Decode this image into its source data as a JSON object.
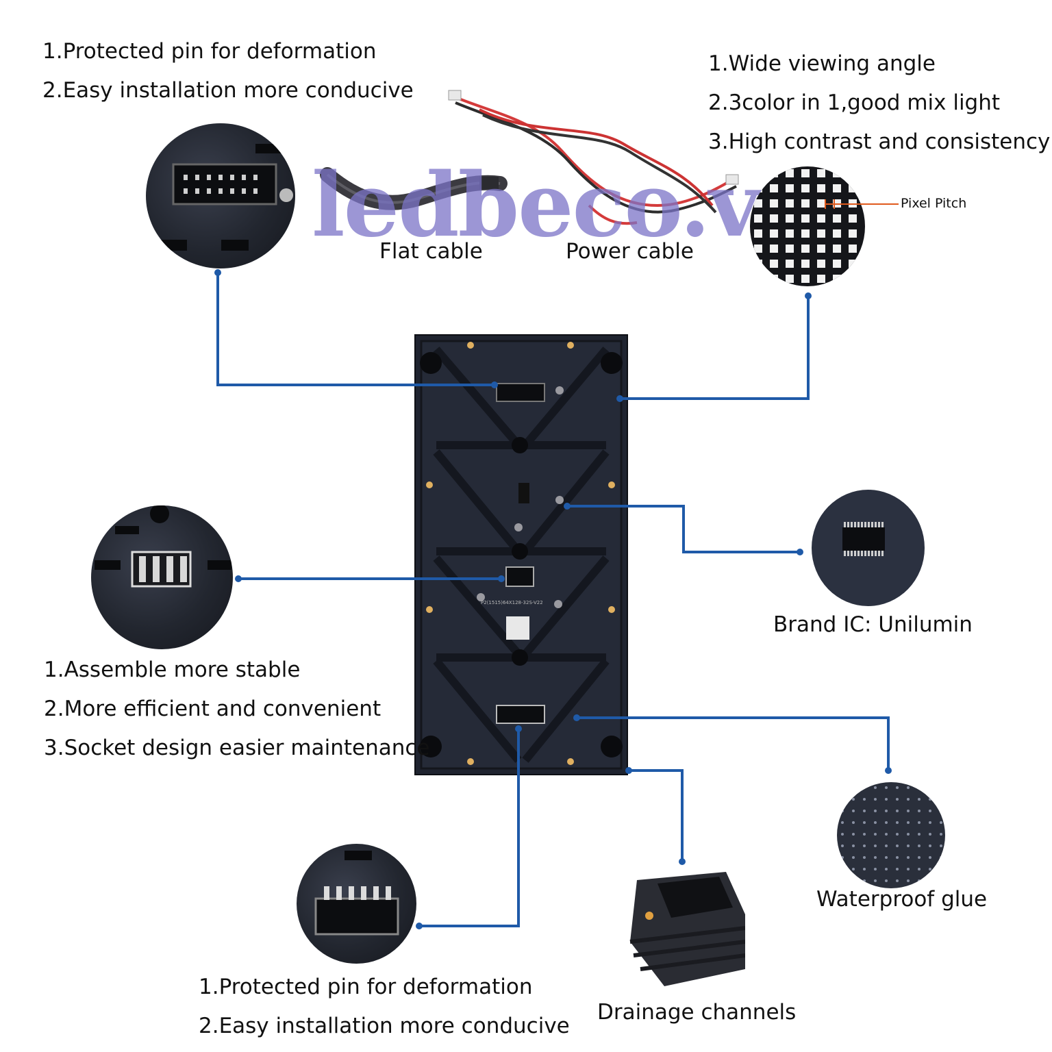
{
  "top_left_features": [
    "1.Protected pin for deformation",
    "2.Easy installation more conducive"
  ],
  "top_right_features": [
    "1.Wide viewing angle",
    "2.3color in 1,good mix light",
    "3.High contrast and consistency"
  ],
  "pixel_pitch_label": "Pixel Pitch",
  "flat_cable_label": "Flat cable",
  "power_cable_label": "Power cable",
  "watermark": "ledbeco.vn",
  "brand_ic_label": "Brand IC: Unilumin",
  "mid_left_features": [
    "1.Assemble more stable",
    "2.More efficient and convenient",
    "3.Socket design easier maintenance"
  ],
  "bottom_features": [
    "1.Protected pin for deformation",
    "2.Easy installation more conducive"
  ],
  "drainage_label": "Drainage channels",
  "waterproof_label": "Waterproof glue",
  "module_model_text": "P2(1515)64X128-32S-V22",
  "colors": {
    "connector_line": "#1f5aa8",
    "pixel_pitch_line": "#e05a1c",
    "watermark": "#7b74c7",
    "module": "#1f2430"
  }
}
